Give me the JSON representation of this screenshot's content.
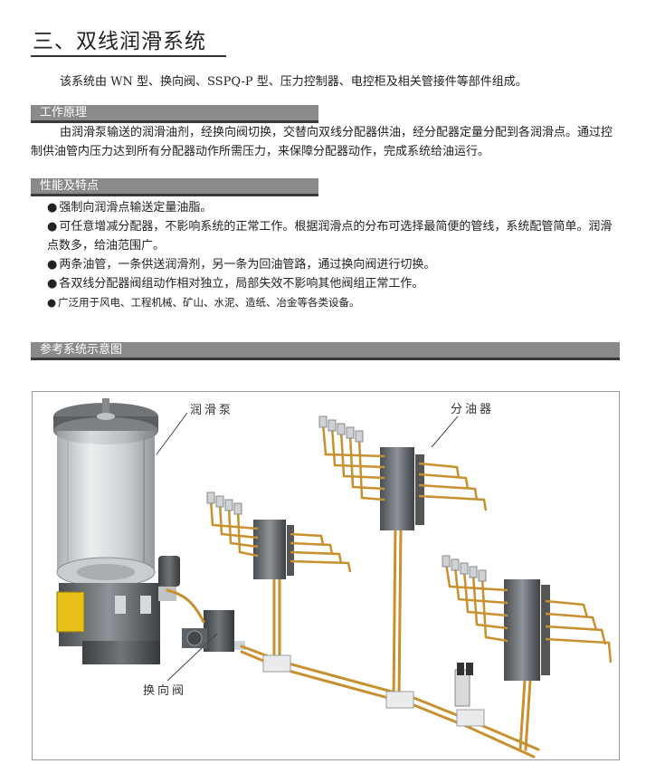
{
  "title": "三、双线润滑系统",
  "intro": "该系统由 WN 型、换向阀、SSPQ-P 型、压力控制器、电控柜及相关管接件等部件组成。",
  "sections": {
    "principle": {
      "heading": "工作原理",
      "text": "由润滑泵输送的润滑油剂，经换向阀切换，交替向双线分配器供油，经分配器定量分配到各润滑点。通过控制供油管内压力达到所有分配器动作所需压力，来保障分配器动作，完成系统给油运行。"
    },
    "features": {
      "heading": "性能及特点",
      "items": [
        "强制向润滑点输送定量油脂。",
        "可任意增减分配器，不影响系统的正常工作。根据润滑点的分布可选择最简便的管线，系统配管简单。润滑点数多，给油范围广。",
        "两条油管，一条供送润滑剂，另一条为回油管路，通过换向阀进行切换。",
        "各双线分配器阀组动作相对独立，局部失效不影响其他阀组正常工作。",
        "广泛用于风电、工程机械、矿山、水泥、造纸、冶金等各类设备。"
      ],
      "bullet": "●"
    },
    "diagram": {
      "heading": "参考系统示意图",
      "labels": {
        "pump": "润滑泵",
        "distributor": "分油器",
        "valve": "换向阀"
      }
    }
  },
  "colors": {
    "bar": "#8a8a8a",
    "bar_shadow": "#3a3a3a",
    "pipe": "#c8902e",
    "accent_yellow": "#e8c21a"
  }
}
